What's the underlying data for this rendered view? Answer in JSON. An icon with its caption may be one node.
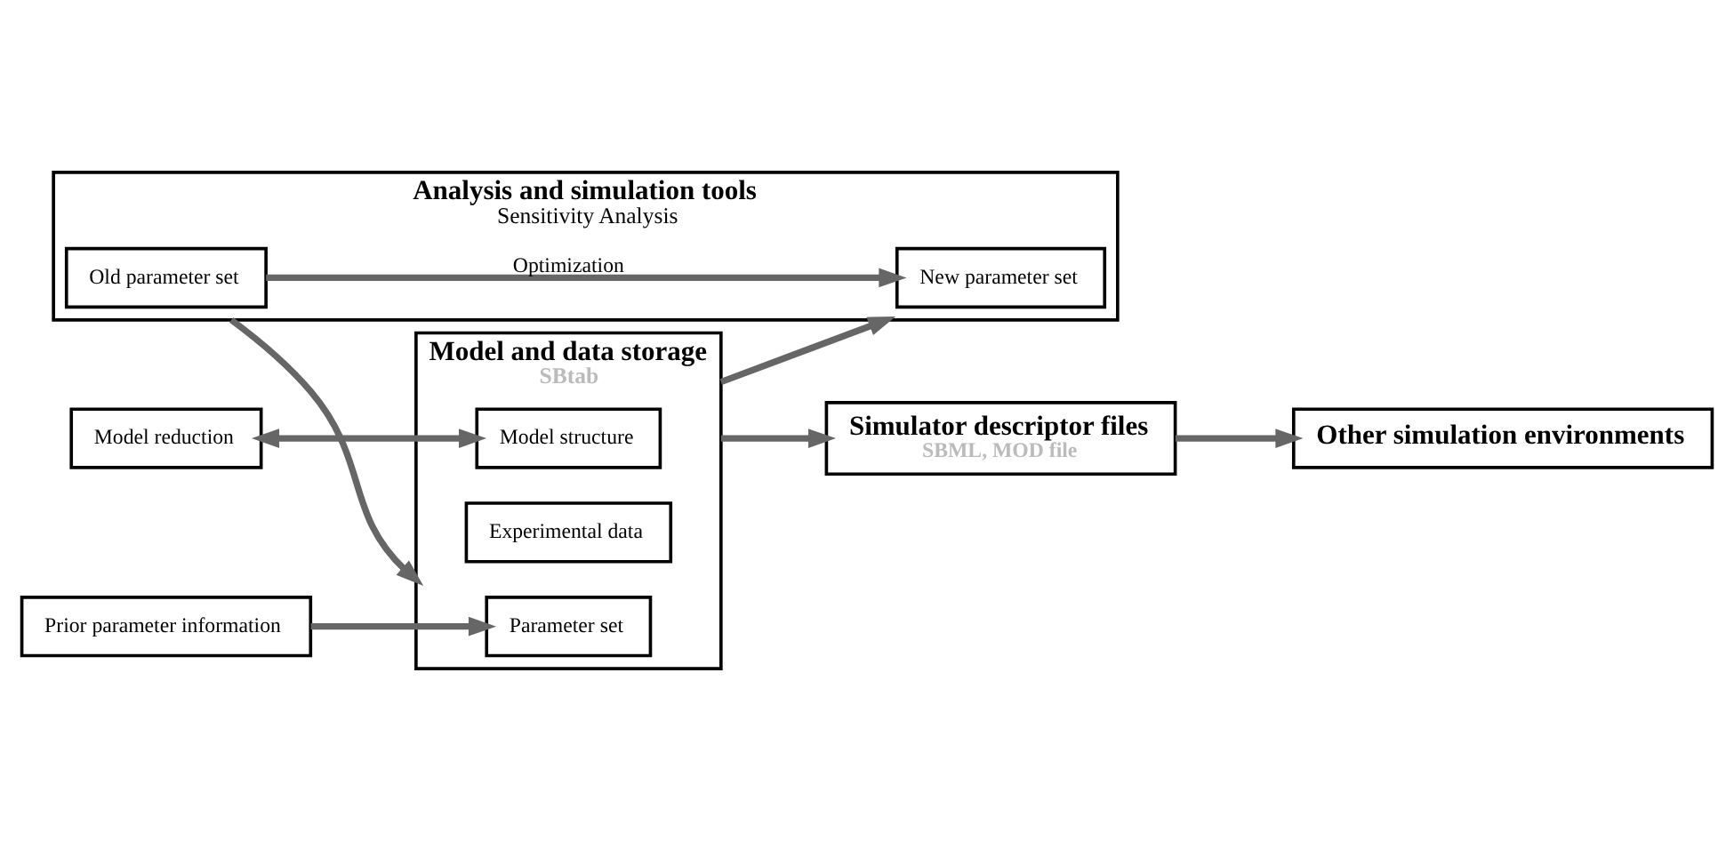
{
  "diagram": {
    "nodes": [
      {
        "text": [
          "Model and data storage",
          "SBtab"
        ]
      },
      {
        "text": [
          "Model structure"
        ],
        "in": 0
      },
      {
        "text": [
          "Experimental data"
        ],
        "in": 0
      },
      {
        "text": [
          "Parameter set"
        ],
        "in": 0
      },
      {
        "text": [
          "Analysis and simulation tools",
          "Sensitivity Analysis"
        ]
      },
      {
        "text": [
          "Old parameter set"
        ],
        "in": 4
      },
      {
        "text": [
          "New parameter set"
        ],
        "in": 4
      },
      {
        "text": [
          "Model reduction"
        ]
      },
      {
        "text": [
          "Prior parameter information"
        ]
      },
      {
        "text": [
          "Simulator descriptor files",
          "SBML, MOD file"
        ]
      },
      {
        "text": [
          "Other simulation environments"
        ]
      }
    ],
    "edges": [
      {
        "from": 7,
        "to": 1,
        "arrow": "both"
      },
      {
        "from": 8,
        "to": 3,
        "arrow": "to"
      },
      {
        "from": 0,
        "to": 4,
        "arrow": "to"
      },
      {
        "from": 5,
        "to": 6,
        "arrow": "to",
        "label": "Optimization"
      },
      {
        "from": 4,
        "to": 0,
        "arrow": "to"
      },
      {
        "from": 0,
        "to": 9,
        "arrow": "to"
      },
      {
        "from": 9,
        "to": 10,
        "arrow": "to"
      }
    ]
  }
}
